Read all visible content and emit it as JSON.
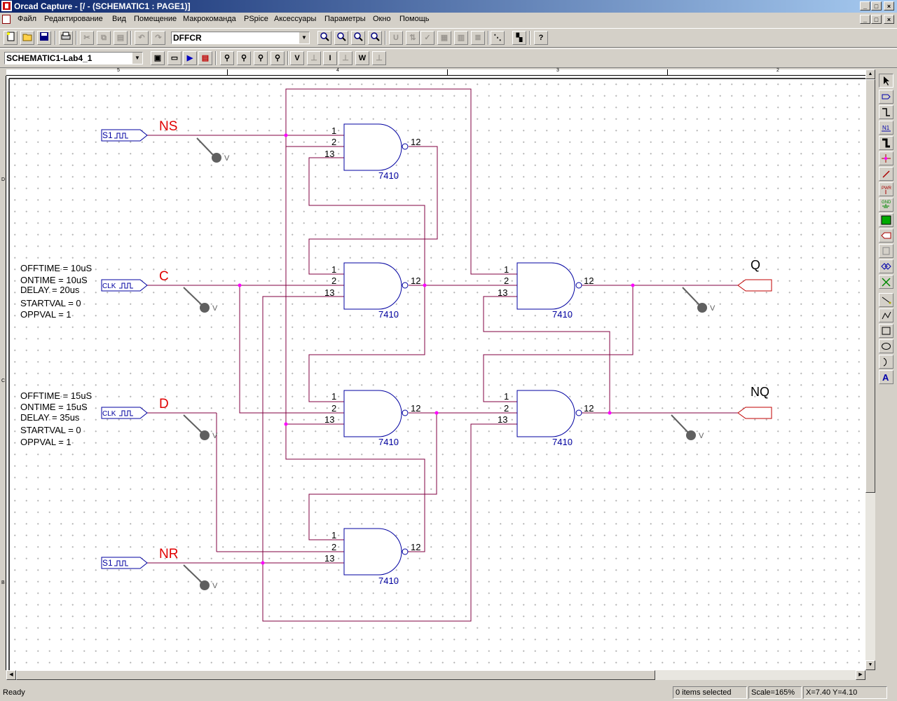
{
  "window": {
    "title": "Orcad Capture - [/ - (SCHEMATIC1 : PAGE1)]"
  },
  "menu": [
    "Файл",
    "Редактирование",
    "Вид",
    "Помещение",
    "Макрокоманда",
    "PSpice",
    "Аксессуары",
    "Параметры",
    "Окно",
    "Помощь"
  ],
  "toolbar": {
    "part_combo": "DFFCR",
    "schematic_combo": "SCHEMATIC1-Lab4_1",
    "v_label": "V",
    "i_label": "I",
    "w_label": "W"
  },
  "ruler": {
    "marks": [
      "5",
      "4",
      "3",
      "2"
    ],
    "vmarks": [
      "D",
      "C",
      "B"
    ]
  },
  "schematic": {
    "signals": {
      "ns": "NS",
      "c": "C",
      "d": "D",
      "nr": "NR"
    },
    "sources": {
      "ns": "S1",
      "c": "CLK",
      "d": "CLK",
      "nr": "S1"
    },
    "outputs": {
      "q": "Q",
      "nq": "NQ"
    },
    "gate_part": "7410",
    "pins": {
      "in1": "1",
      "in2": "2",
      "in3": "13",
      "out": "12"
    },
    "probe": "V",
    "clk_c": [
      "OFFTIME = 10uS",
      "ONTIME = 10uS",
      "DELAY = 20us",
      "STARTVAL = 0",
      "OPPVAL = 1"
    ],
    "clk_d": [
      "OFFTIME = 15uS",
      "ONTIME = 15uS",
      "DELAY = 35us",
      "STARTVAL = 0",
      "OPPVAL = 1"
    ]
  },
  "colors": {
    "wire": "#800040",
    "gate": "#0000a0",
    "label": "#e00000",
    "junction": "#ff00ff",
    "port": "#c00000",
    "probe": "#606060"
  },
  "status": {
    "ready": "Ready",
    "selected": "0 items selected",
    "scale": "Scale=165%",
    "coords": "X=7.40  Y=4.10"
  }
}
